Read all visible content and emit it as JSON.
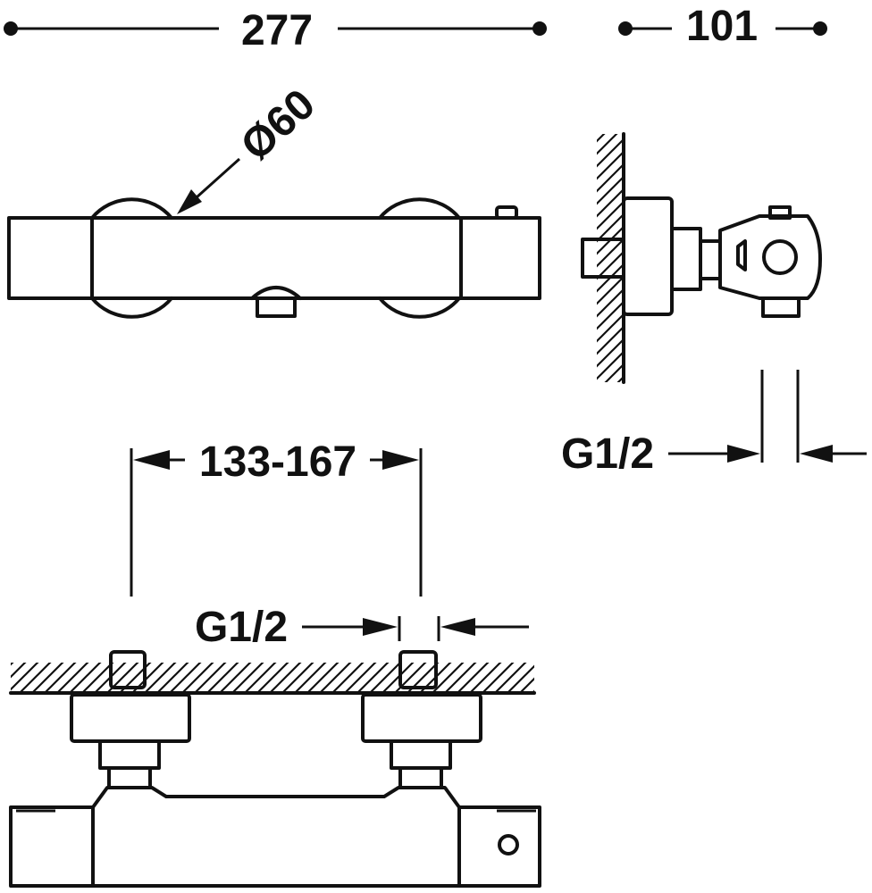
{
  "dimensions": {
    "overall_length": "277",
    "depth": "101",
    "handle_diameter": "Ø60",
    "inlet_spacing": "133-167",
    "thread_side": "G1/2",
    "thread_top": "G1/2"
  },
  "colors": {
    "line": "#111111",
    "background": "#ffffff"
  }
}
